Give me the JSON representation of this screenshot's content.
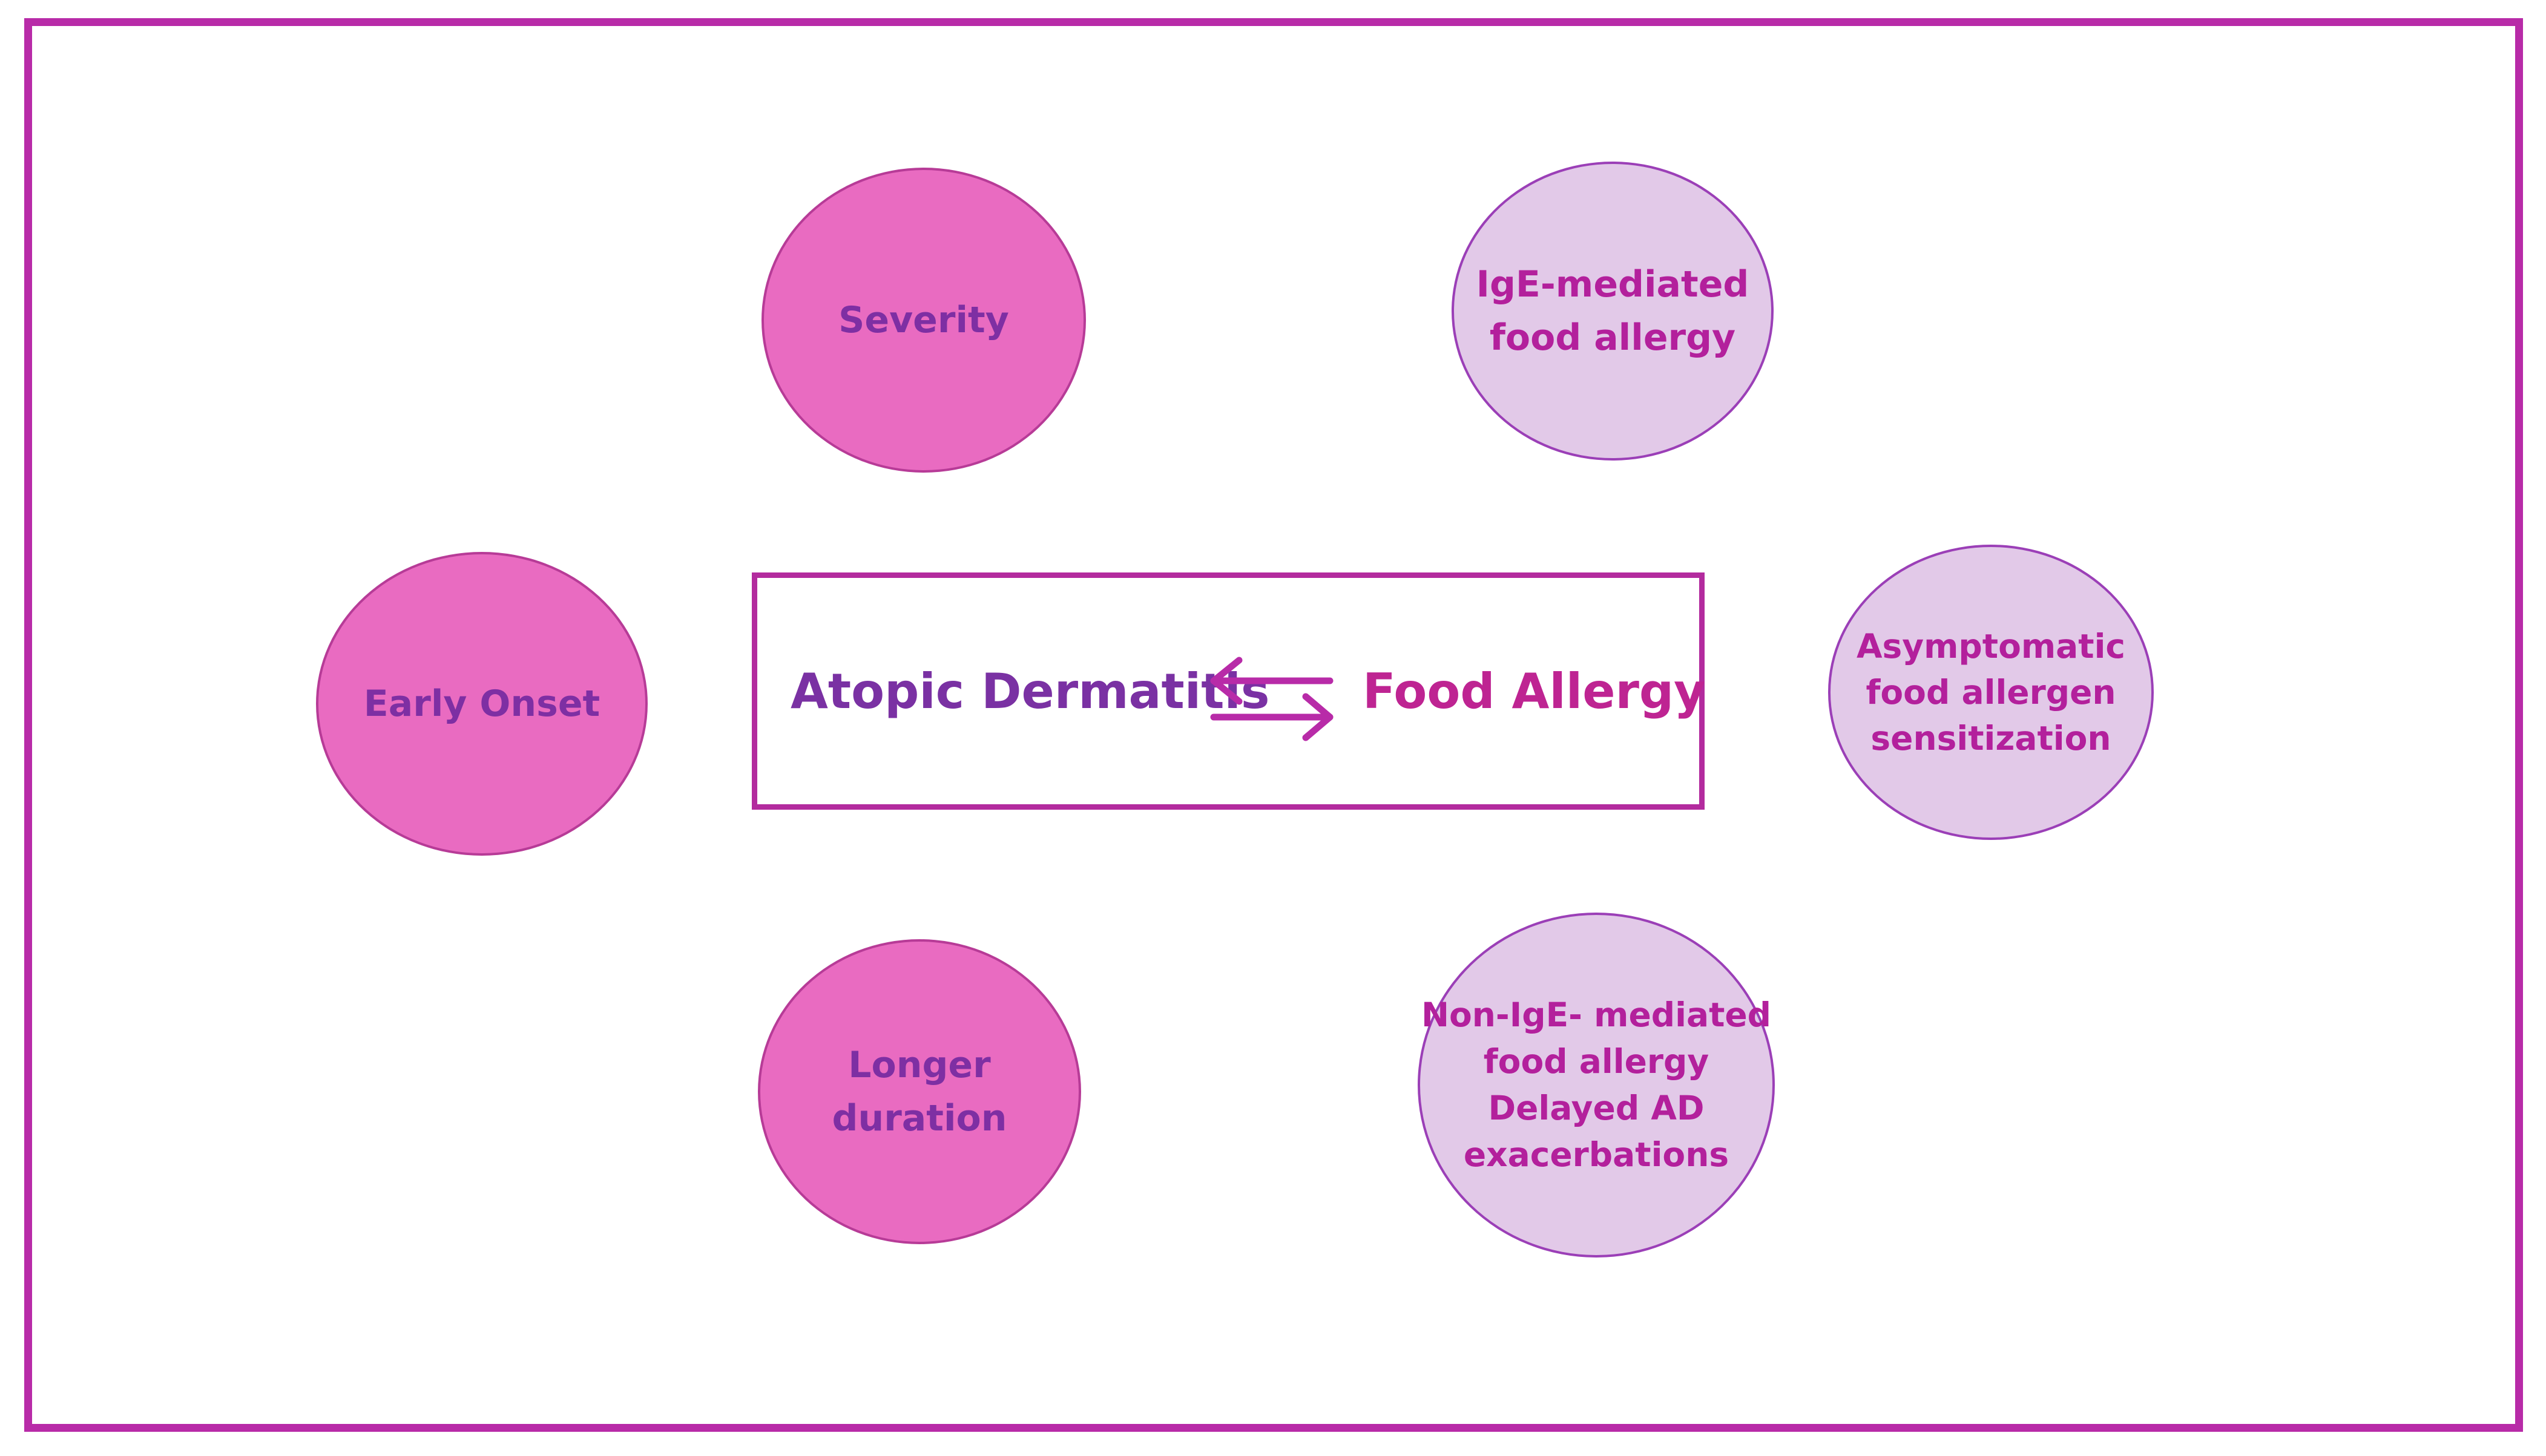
{
  "colors": {
    "frame": "#B82BA8",
    "ad_bubble_fill": "#E96BC1",
    "ad_bubble_text": "#7E2FA3",
    "fa_bubble_fill": "#E2C9E8",
    "fa_bubble_text": "#B3209C",
    "arrow": "#B82BA8"
  },
  "center": {
    "left_label": "Atopic Dermatitis",
    "right_label": "Food Allergy",
    "arrow_icon": "bidirectional-arrows-icon"
  },
  "ad_factors": {
    "severity": "Severity",
    "early_onset": "Early Onset",
    "longer_duration": "Longer\nduration"
  },
  "fa_types": {
    "ige_mediated": "IgE-mediated\nfood allergy",
    "asymptomatic": "Asymptomatic\nfood allergen\nsensitization",
    "non_ige_mediated": "Non-IgE- mediated\nfood allergy\nDelayed AD\nexacerbations"
  }
}
